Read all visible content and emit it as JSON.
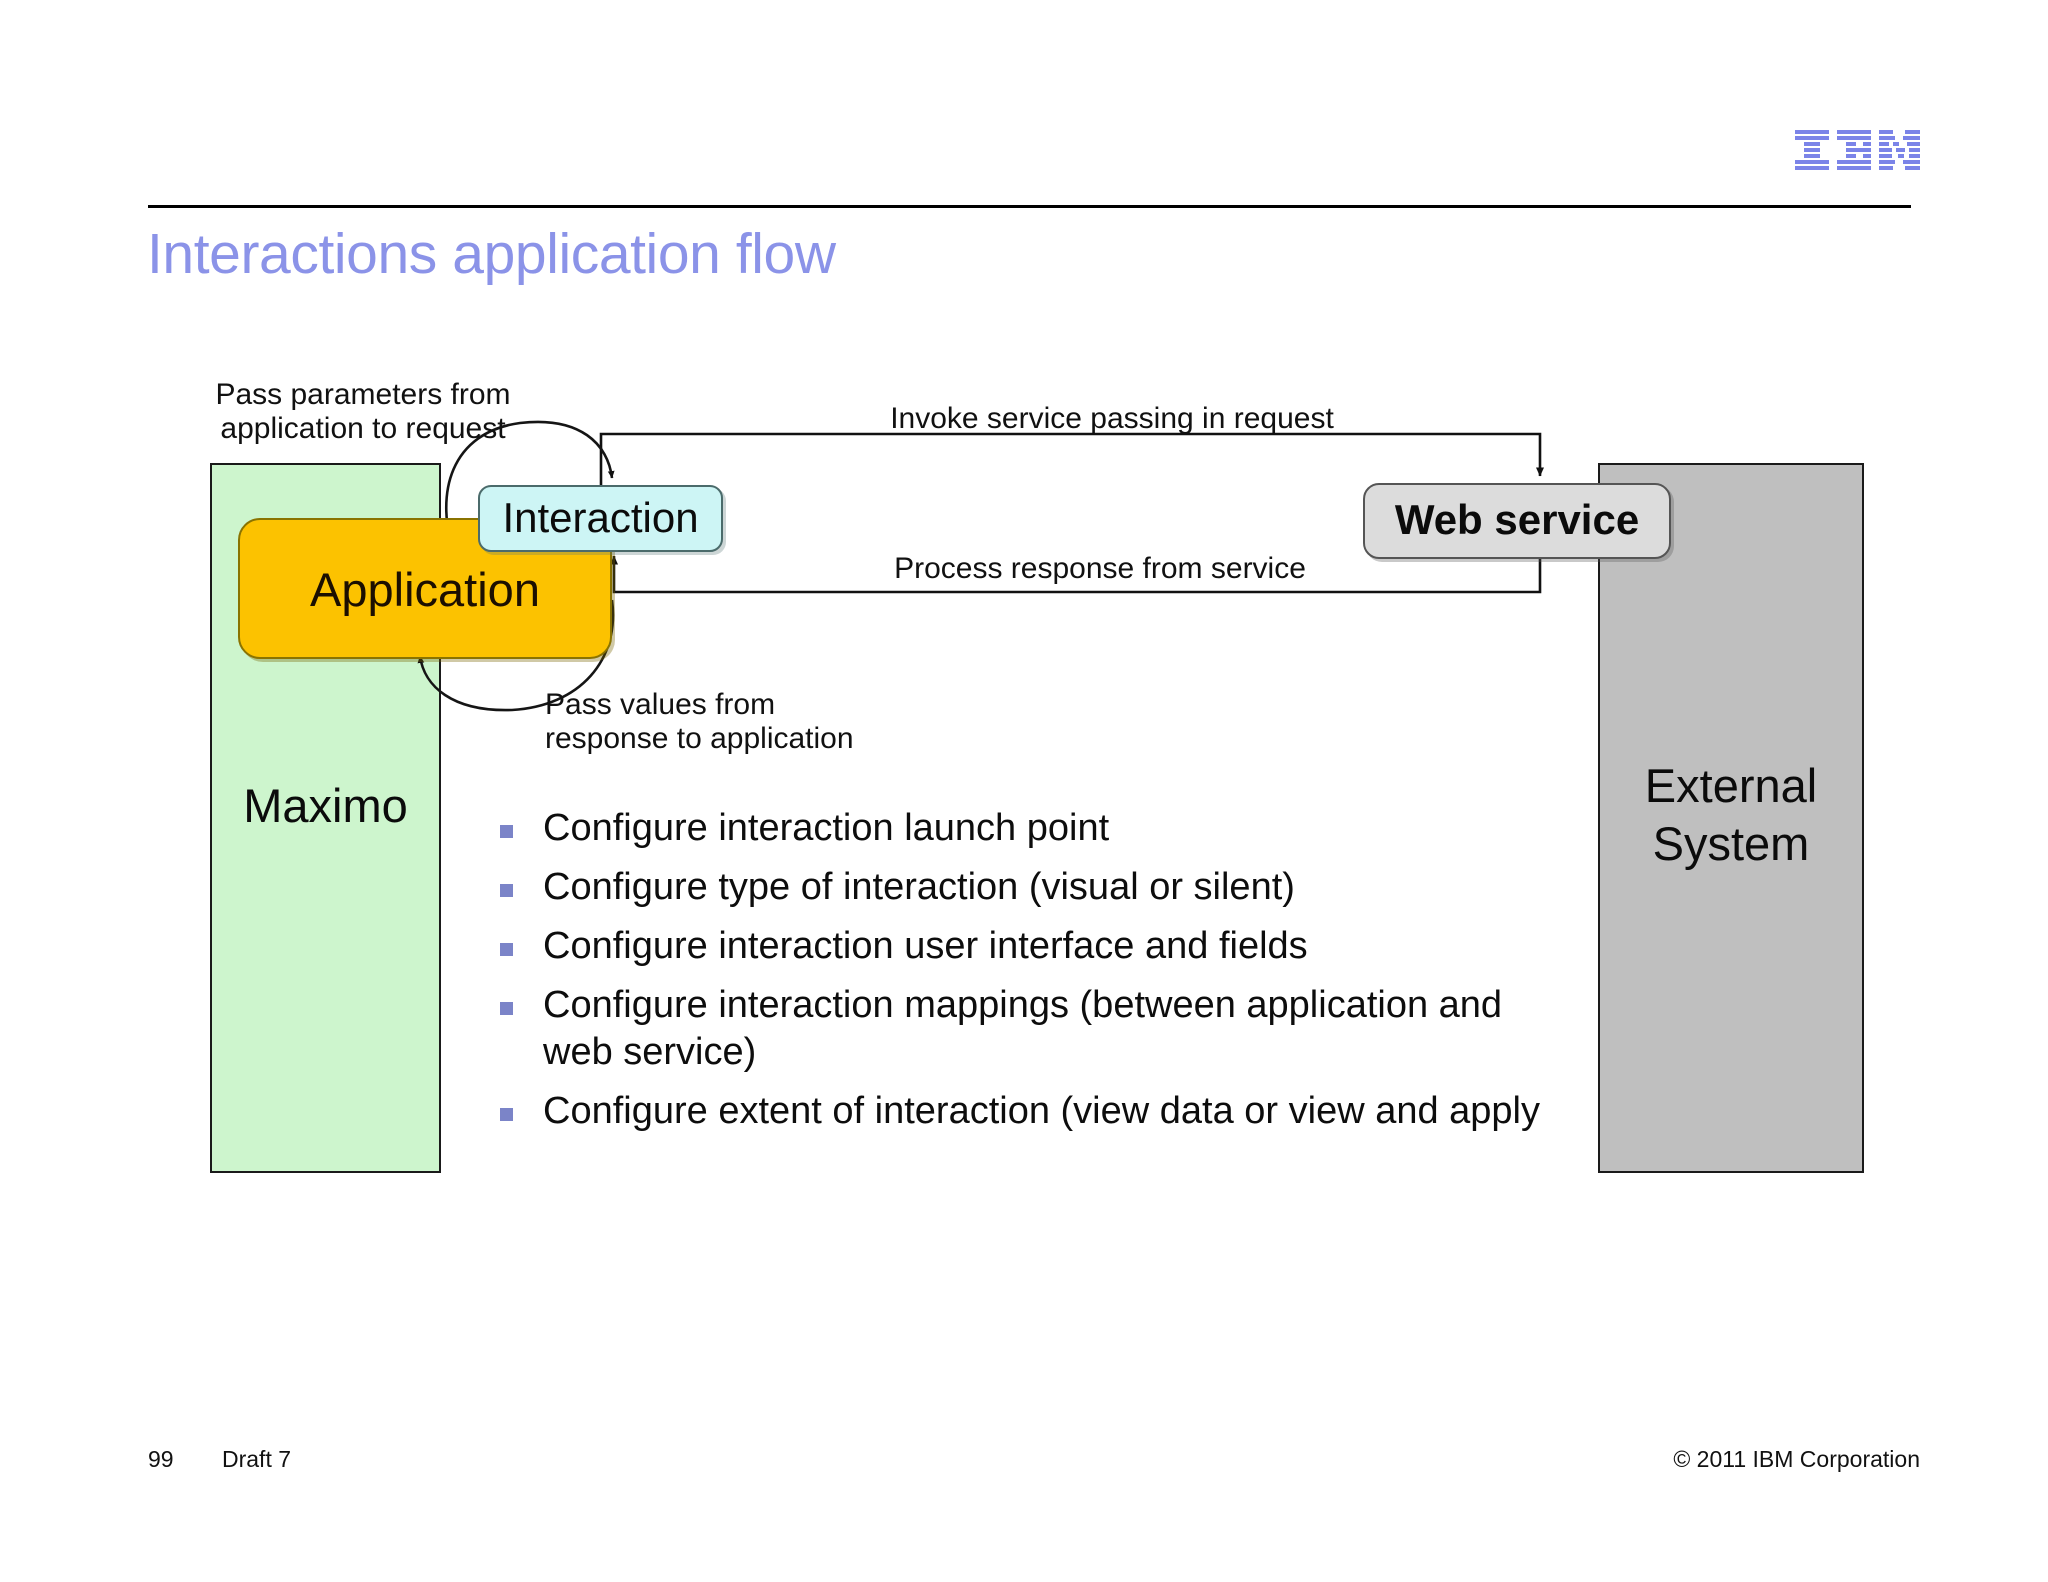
{
  "brand": {
    "logo_name": "ibm-logo",
    "logo_color": "#7b84e8",
    "title_color": "#8b93e8"
  },
  "header": {
    "title": "Interactions application flow"
  },
  "diagram": {
    "panels": [
      {
        "id": "maximo",
        "label": "Maximo",
        "color": "#cdf5cd"
      },
      {
        "id": "external",
        "label": "External\nSystem",
        "color": "#bfbfbf"
      }
    ],
    "nodes": [
      {
        "id": "application",
        "label": "Application",
        "color": "#fcc200"
      },
      {
        "id": "interaction",
        "label": "Interaction",
        "color": "#cdf5f5"
      },
      {
        "id": "webservice",
        "label": "Web service",
        "color": "#dcdcdc"
      }
    ],
    "annotations": [
      {
        "id": "pass-parameters",
        "text": "Pass parameters from\napplication to request"
      },
      {
        "id": "invoke-service",
        "text": "Invoke service passing in request"
      },
      {
        "id": "process-response",
        "text": "Process response from service"
      },
      {
        "id": "pass-values",
        "text": "Pass values from\nresponse to application"
      }
    ]
  },
  "bullets": {
    "marker_color": "#7b84c8",
    "items": [
      "Configure interaction launch point",
      "Configure type of interaction (visual or silent)",
      "Configure interaction user interface and fields",
      "Configure interaction mappings (between application and web service)",
      "Configure extent of interaction (view data or view and apply"
    ]
  },
  "footer": {
    "page_number": "99",
    "draft": "Draft 7",
    "copyright": "© 2011 IBM Corporation"
  }
}
